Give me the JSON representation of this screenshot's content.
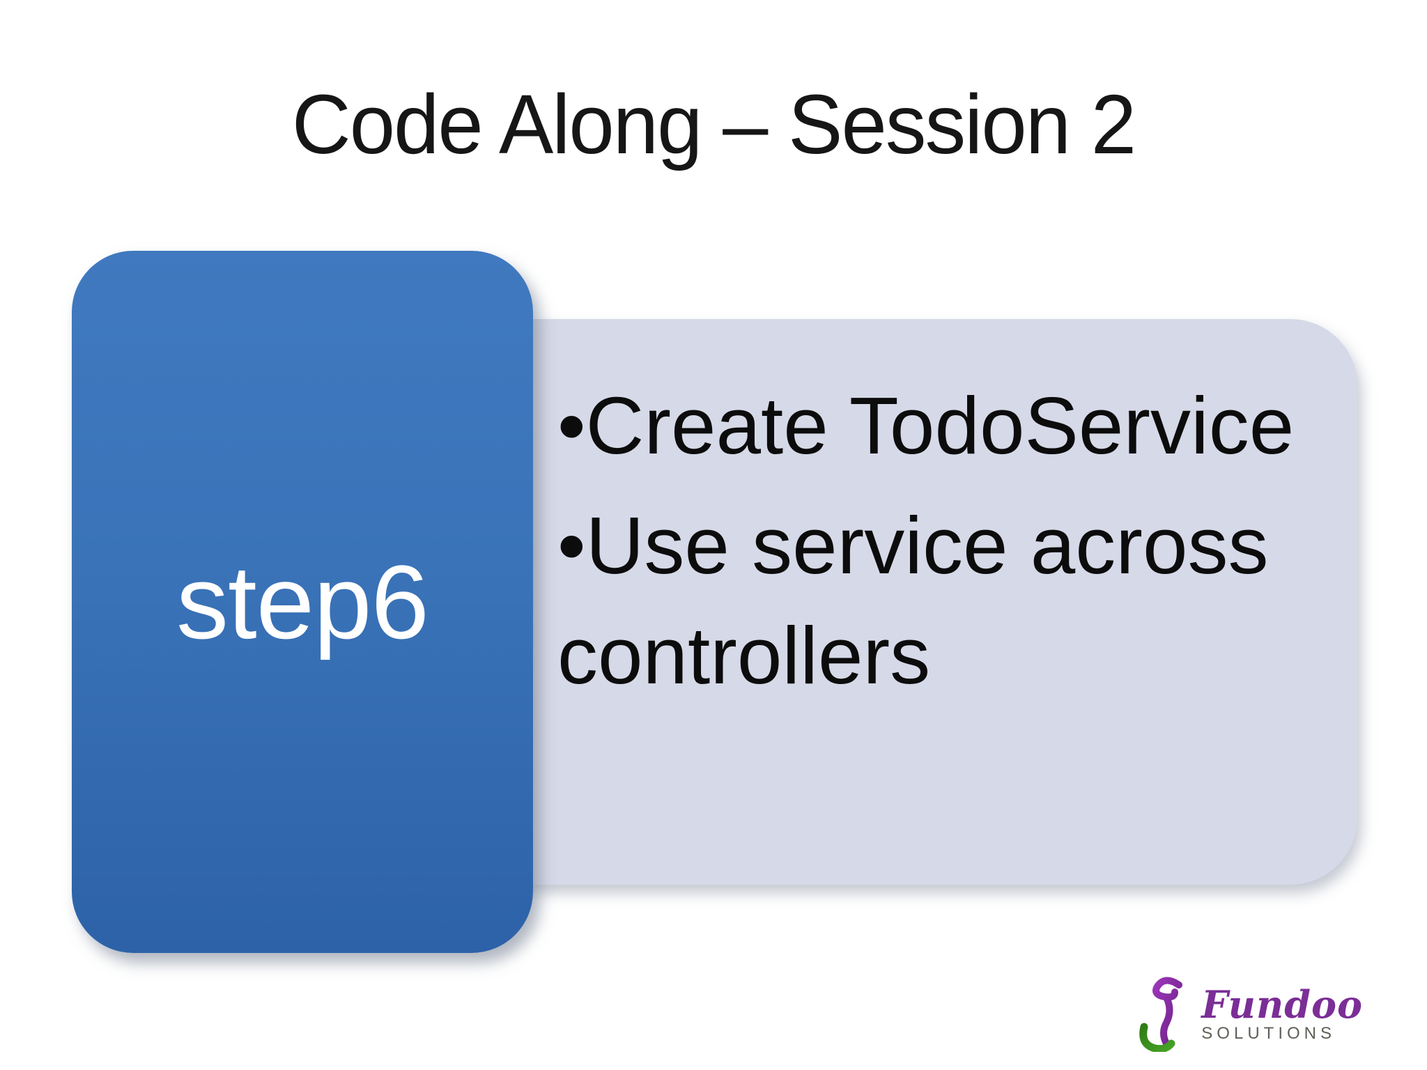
{
  "slide": {
    "title": "Code Along – Session 2",
    "step_box": {
      "label": "step6"
    },
    "content_box": {
      "bullet_char": "•",
      "items": [
        "Create TodoService",
        "Use service across controllers"
      ]
    },
    "logo": {
      "brand": "Fundoo",
      "sub": "SOLUTIONS"
    },
    "colors": {
      "step_box_top": "#4079bf",
      "step_box_bottom": "#2d62a8",
      "step_text": "#ffffff",
      "content_box_bg": "#d6d9e7",
      "title_text": "#161616",
      "bullet_text": "#0c0c0c",
      "logo_purple": "#7b2e96",
      "logo_green": "#3a8e1f",
      "logo_sub_gray": "#5e6157"
    }
  }
}
